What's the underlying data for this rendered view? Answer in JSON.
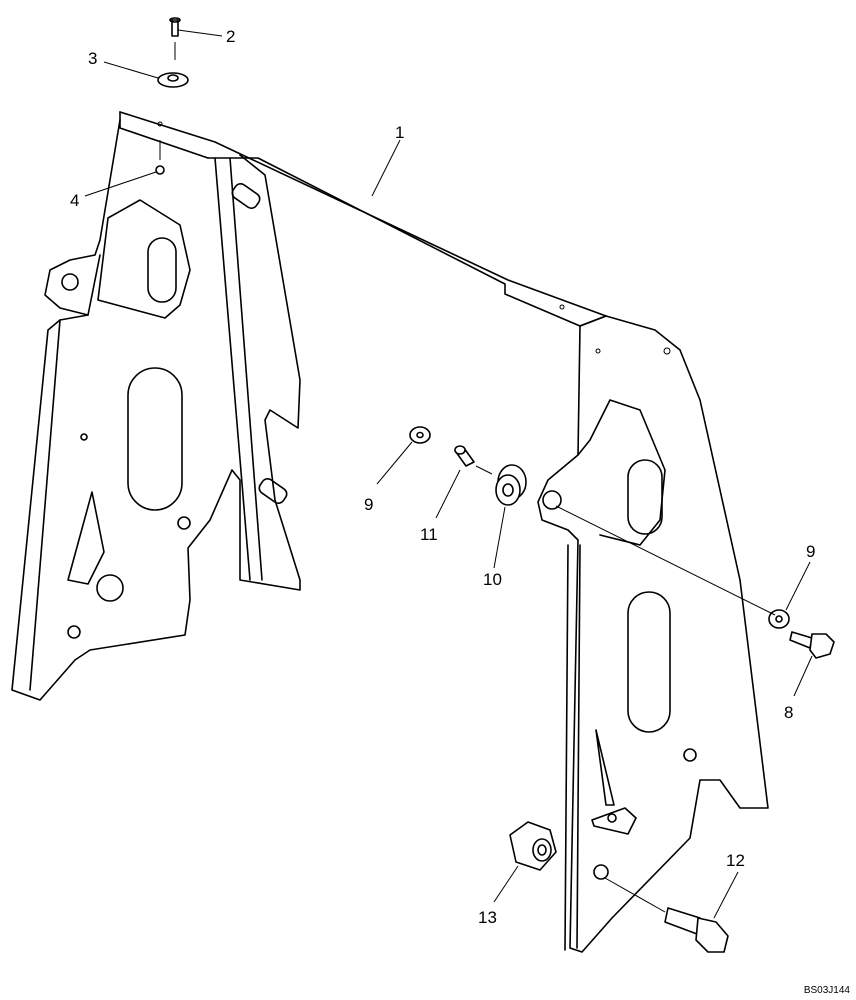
{
  "diagram": {
    "drawing_code": "BS03J144",
    "callouts": [
      {
        "id": "c1",
        "label": "1"
      },
      {
        "id": "c2",
        "label": "2"
      },
      {
        "id": "c3",
        "label": "3"
      },
      {
        "id": "c4",
        "label": "4"
      },
      {
        "id": "c8",
        "label": "8"
      },
      {
        "id": "c9a",
        "label": "9"
      },
      {
        "id": "c9b",
        "label": "9"
      },
      {
        "id": "c10",
        "label": "10"
      },
      {
        "id": "c11",
        "label": "11"
      },
      {
        "id": "c12",
        "label": "12"
      },
      {
        "id": "c13",
        "label": "13"
      }
    ]
  }
}
